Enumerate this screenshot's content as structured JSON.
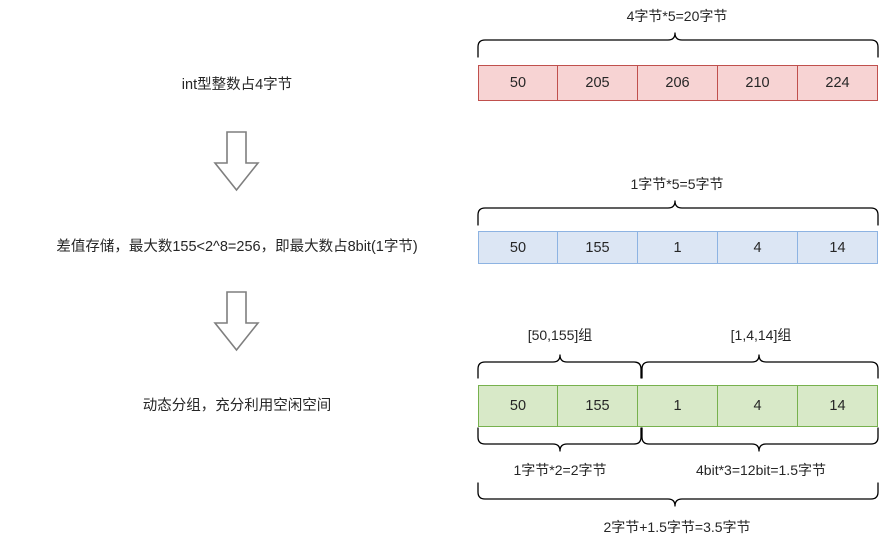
{
  "diagram": {
    "title_note": "int delta-encoding and dynamic grouping storage diagram",
    "colors": {
      "row1_fill": "#f7d3d3",
      "row1_border": "#c0504d",
      "row2_fill": "#dce6f4",
      "row2_border": "#8db3e2",
      "row3_fill": "#d8e9c8",
      "row3_border": "#77b14e",
      "brace_stroke": "#000000",
      "arrow_stroke": "#7f7f7f",
      "text": "#262626"
    },
    "steps": [
      {
        "id": "step-1",
        "description": "int型整数占4字节",
        "top_brace_label": "4字节*5=20字节",
        "values": [
          "50",
          "205",
          "206",
          "210",
          "224"
        ]
      },
      {
        "id": "step-2",
        "description": "差值存储，最大数155<2^8=256，即最大数占8bit(1字节)",
        "top_brace_label": "1字节*5=5字节",
        "values": [
          "50",
          "155",
          "1",
          "4",
          "14"
        ]
      },
      {
        "id": "step-3",
        "description": "动态分组，充分利用空闲空间",
        "group_labels": [
          "[50,155]组",
          "[1,4,14]组"
        ],
        "values": [
          "50",
          "155",
          "1",
          "4",
          "14"
        ],
        "bottom_labels": [
          "1字节*2=2字节",
          "4bit*3=12bit=1.5字节"
        ],
        "total_label": "2字节+1.5字节=3.5字节"
      }
    ],
    "arrows": [
      {
        "id": "arrow-1",
        "direction": "down"
      },
      {
        "id": "arrow-2",
        "direction": "down"
      }
    ]
  }
}
